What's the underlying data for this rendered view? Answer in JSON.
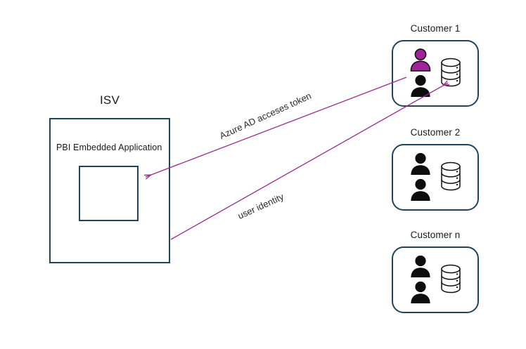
{
  "diagram": {
    "title_hidden": "",
    "colors": {
      "box_border": "#23435a",
      "arrow": "#9c2a90",
      "person_highlight": "#a0239a",
      "person_default": "#0d0d0d",
      "text": "#1a1a1a",
      "background": "#ffffff"
    }
  },
  "isv": {
    "title": "ISV",
    "app_label": "PBI Embedded Application",
    "inner_region_name": "embedded-report-placeholder"
  },
  "customers": [
    {
      "title": "Customer 1",
      "people": [
        {
          "role": "highlighted-user",
          "color": "#a0239a"
        },
        {
          "role": "standard-user",
          "color": "#0d0d0d"
        }
      ],
      "database": {
        "icon": "database-cylinder-icon"
      }
    },
    {
      "title": "Customer 2",
      "people": [
        {
          "role": "standard-user",
          "color": "#0d0d0d"
        },
        {
          "role": "standard-user",
          "color": "#0d0d0d"
        }
      ],
      "database": {
        "icon": "database-cylinder-icon"
      }
    },
    {
      "title": "Customer n",
      "people": [
        {
          "role": "standard-user",
          "color": "#0d0d0d"
        },
        {
          "role": "standard-user",
          "color": "#0d0d0d"
        }
      ],
      "database": {
        "icon": "database-cylinder-icon"
      }
    }
  ],
  "connectors": [
    {
      "label": "Azure AD acceses token",
      "from": "customer-1-highlighted-user",
      "to": "isv-embedded-application",
      "direction": "right-to-left",
      "color": "#9c2a90"
    },
    {
      "label": "user identity",
      "from": "isv-application-edge",
      "to": "customer-1-database",
      "direction": "left-to-right",
      "color": "#9c2a90"
    }
  ]
}
